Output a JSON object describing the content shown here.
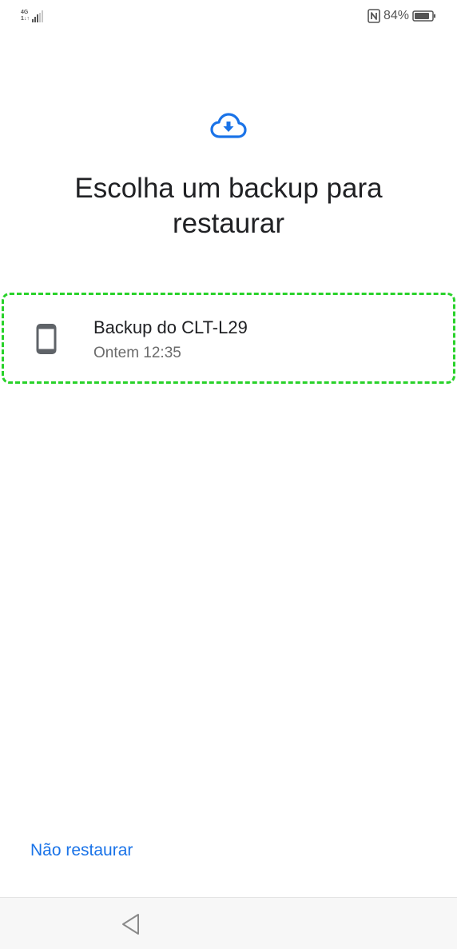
{
  "status_bar": {
    "network_top": "4G",
    "network_bottom": "1↓↑",
    "battery_percent": "84%",
    "icons": [
      "signal-icon",
      "nfc-icon",
      "battery-icon"
    ]
  },
  "header": {
    "icon": "cloud-download-icon",
    "title": "Escolha um backup para restaurar"
  },
  "backups": [
    {
      "icon": "phone-icon",
      "name": "Backup do CLT-L29",
      "date": "Ontem 12:35"
    }
  ],
  "footer": {
    "skip_label": "Não restaurar"
  },
  "nav_bar": {
    "icons": [
      "back-icon"
    ]
  },
  "colors": {
    "accent": "#1a73e8",
    "highlight_border": "#29d22a",
    "text_primary": "#202124",
    "text_secondary": "#6b6b6b",
    "icon_gray": "#5f6368"
  }
}
